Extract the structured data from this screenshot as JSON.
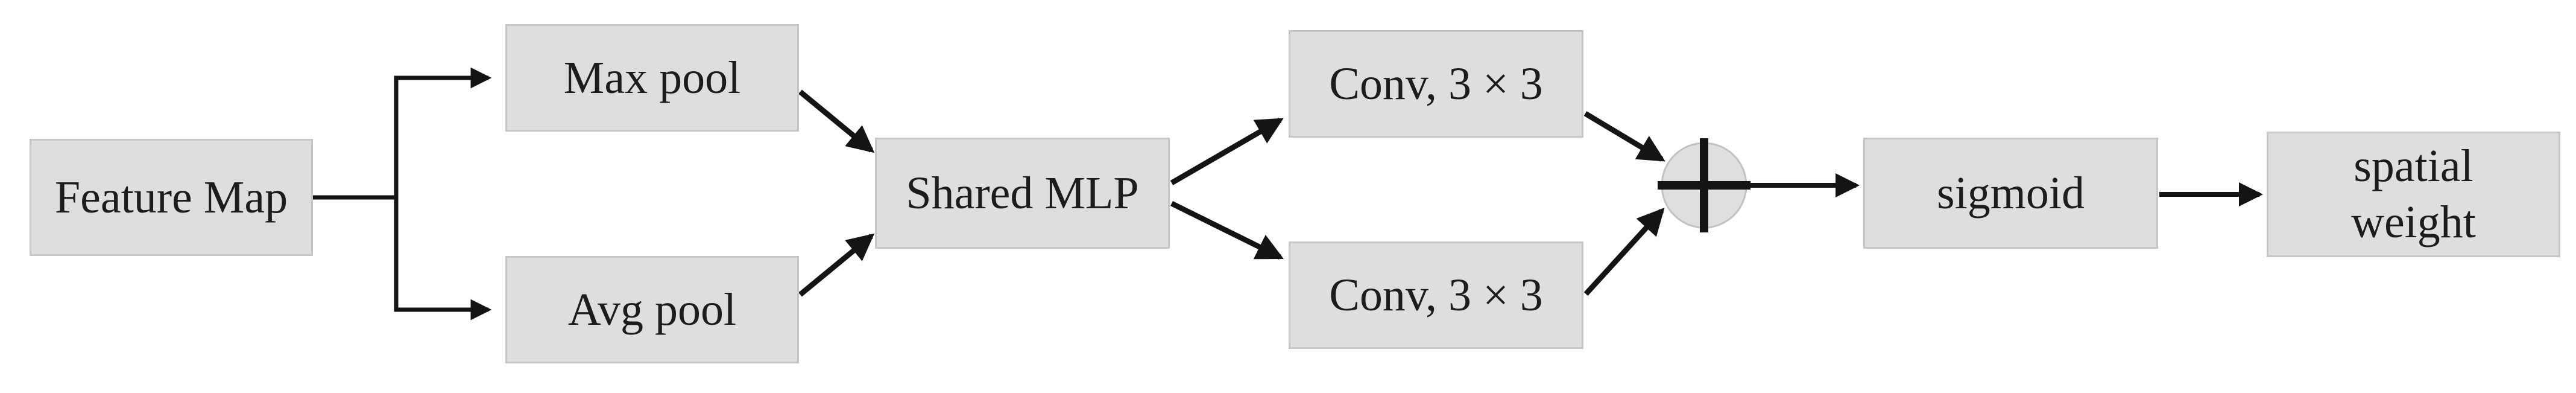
{
  "figure": {
    "type": "flow-diagram",
    "background_color": "#ffffff",
    "node_fill_color": "#dedede",
    "node_border_color": "#c6c6c6",
    "arrow_color": "#141414",
    "text_color": "#1c1c1c",
    "nodes": {
      "feature_map": {
        "label": "Feature Map"
      },
      "max_pool": {
        "label": "Max pool"
      },
      "avg_pool": {
        "label": "Avg pool"
      },
      "shared_mlp": {
        "label": "Shared MLP"
      },
      "conv_top": {
        "label": "Conv, 3 × 3"
      },
      "conv_bottom": {
        "label": "Conv, 3 × 3"
      },
      "sum_operator": {
        "symbol": "⊕"
      },
      "sigmoid": {
        "label": "sigmoid"
      },
      "spatial_weight": {
        "label": "spatial weight",
        "lines": [
          "spatial",
          "weight"
        ]
      }
    },
    "connections": [
      {
        "from": "Feature Map",
        "to": "Max pool"
      },
      {
        "from": "Feature Map",
        "to": "Avg pool"
      },
      {
        "from": "Max pool",
        "to": "Shared MLP"
      },
      {
        "from": "Avg pool",
        "to": "Shared MLP"
      },
      {
        "from": "Shared MLP",
        "to": "Conv, 3 × 3 (top)"
      },
      {
        "from": "Shared MLP",
        "to": "Conv, 3 × 3 (bottom)"
      },
      {
        "from": "Conv, 3 × 3 (top)",
        "to": "⊕"
      },
      {
        "from": "Conv, 3 × 3 (bottom)",
        "to": "⊕"
      },
      {
        "from": "⊕",
        "to": "sigmoid"
      },
      {
        "from": "sigmoid",
        "to": "spatial weight"
      }
    ]
  }
}
